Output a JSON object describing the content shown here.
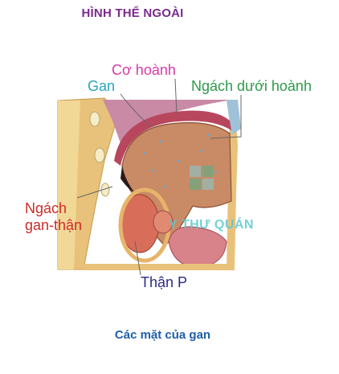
{
  "title": "HÌNH THỂ NGOÀI",
  "caption": "Các mặt của gan",
  "labels": {
    "co_hoanh": "Cơ hoành",
    "gan": "Gan",
    "ngach_duoi_hoanh": "Ngách dưới hoành",
    "ngach_gan_than": "Ngách gan-thận",
    "than_p": "Thận P"
  },
  "watermark": "Y THƯ QUÁN",
  "colors": {
    "title": "#7a2a8c",
    "caption": "#1f5fa8",
    "co_hoanh": "#d63ba8",
    "gan": "#2aa5b8",
    "ngach_duoi_hoanh": "#2e9a4a",
    "ngach_gan_than": "#cf2a2a",
    "than_p": "#2a2a8c",
    "watermark": "#5ec8cf"
  }
}
